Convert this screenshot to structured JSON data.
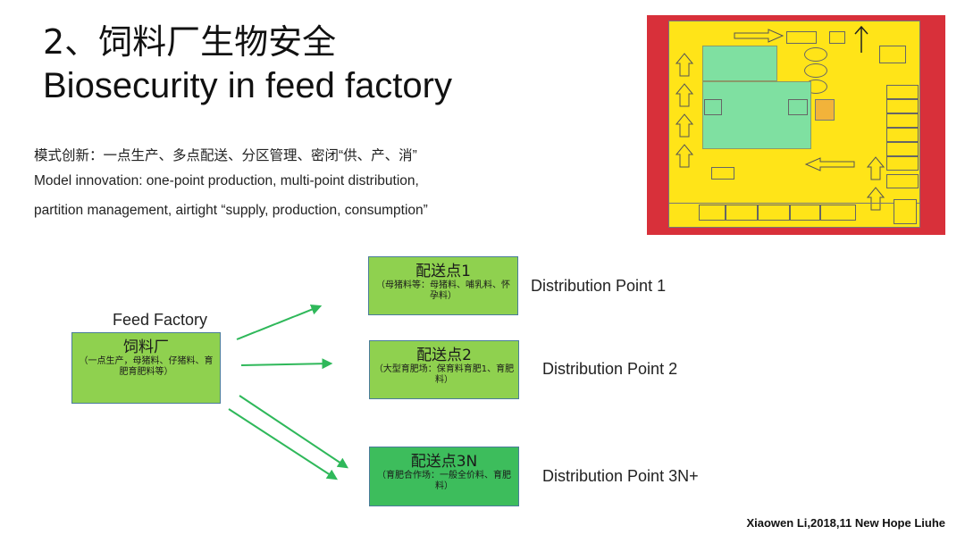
{
  "title": {
    "cn": "2、饲料厂生物安全",
    "en": "Biosecurity in feed factory"
  },
  "body": {
    "line1": "模式创新：一点生产、多点配送、分区管理、密闭“供、产、消”",
    "line2": "Model innovation: one-point production, multi-point distribution,",
    "line3": "partition management, airtight “supply, production, consumption”"
  },
  "diagram": {
    "factory_label": "Feed Factory",
    "factory_box": {
      "title": "饲料厂",
      "subtitle": "（一点生产，母猪料、仔猪料、育肥育肥料等）"
    },
    "points": [
      {
        "box_title": "配送点1",
        "box_subtitle": "（母猪料等：母猪料、哺乳料、怀孕料）",
        "label": "Distribution Point 1"
      },
      {
        "box_title": "配送点2",
        "box_subtitle": "（大型育肥场：保育料育肥1、育肥料）",
        "label": "Distribution Point 2"
      },
      {
        "box_title": "配送点3N",
        "box_subtitle": "（育肥合作场：一般全价料、育肥料）",
        "label": "Distribution Point 3N+"
      }
    ],
    "colors": {
      "box_green": "#8fd14f",
      "box_dark_green": "#3dbd5c",
      "arrow_green": "#2fb85a"
    }
  },
  "credit": "Xiaowen Li,2018,11 New Hope Liuhe"
}
